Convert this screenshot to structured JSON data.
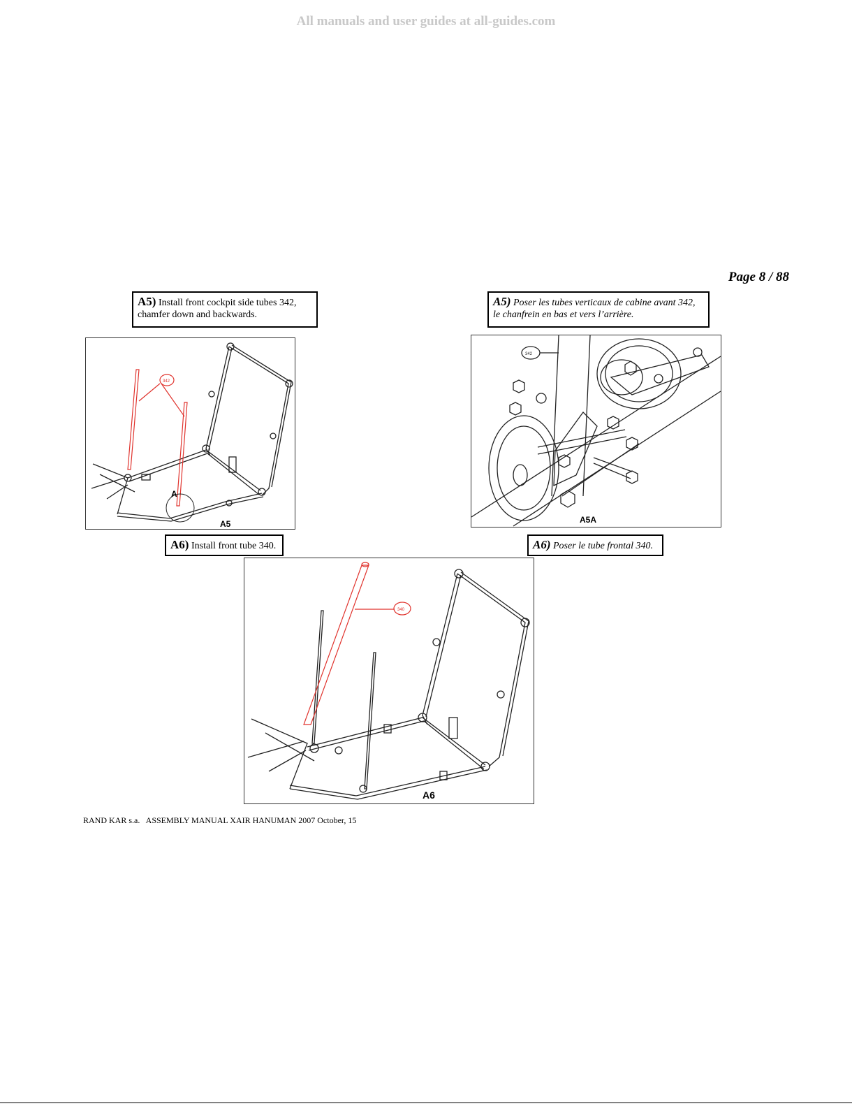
{
  "watermark": "All manuals and user guides at all-guides.com",
  "page_number": "Page 8 / 88",
  "captions": {
    "a5_en_step": "A5)",
    "a5_en_line1": "Install front cockpit side tubes 342,",
    "a5_en_line2": "chamfer down and backwards.",
    "a5_fr_step": "A5)",
    "a5_fr_line1": "Poser les tubes verticaux de cabine avant 342,",
    "a5_fr_line2": "le chanfrein en bas et vers l’arrière.",
    "a6_en_step": "A6)",
    "a6_en_text": "Install front tube 340.",
    "a6_fr_step": "A6)",
    "a6_fr_text": "Poser le tube frontal 340."
  },
  "figures": {
    "a5": {
      "label": "A5",
      "detail_marker": "A",
      "callout": "342"
    },
    "a5a": {
      "label": "A5A",
      "callout": "342"
    },
    "a6": {
      "label": "A6",
      "callout": "340"
    }
  },
  "colors": {
    "highlight": "#e0322c",
    "ink": "#000000",
    "watermark": "#c8c8c8"
  },
  "footer": "RAND KAR s.a.   ASSEMBLY MANUAL XAIR HANUMAN 2007 October, 15"
}
